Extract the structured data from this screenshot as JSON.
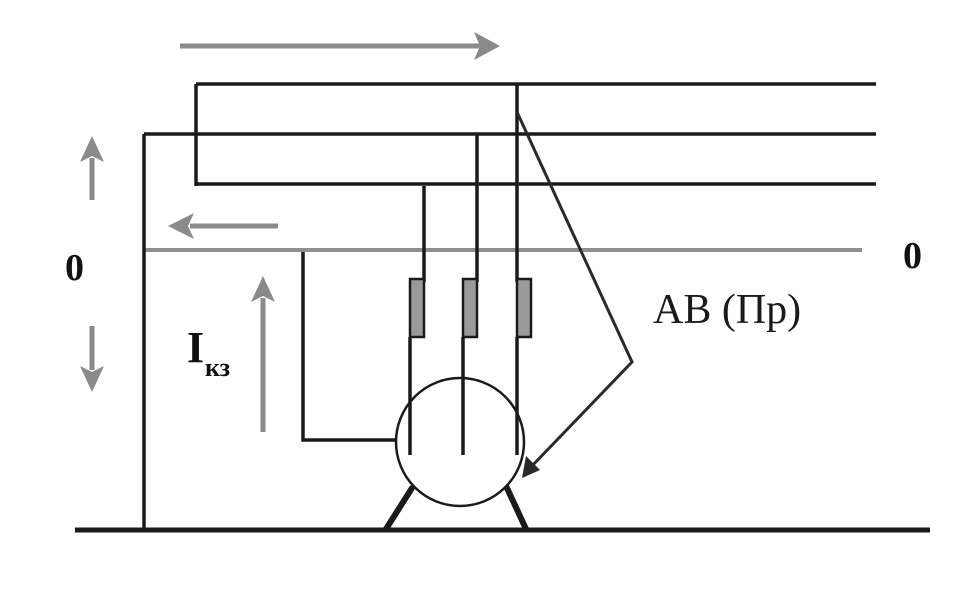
{
  "labels": {
    "zero_left": "0",
    "zero_right": "0",
    "current_main": "I",
    "current_sub": "кз",
    "breaker": "АВ (Пр)"
  },
  "colors": {
    "line": "#1a1a1a",
    "neutral": "#8f8f8f",
    "arrow": "#8a8a8a",
    "fuse": "#9a9a9a"
  }
}
